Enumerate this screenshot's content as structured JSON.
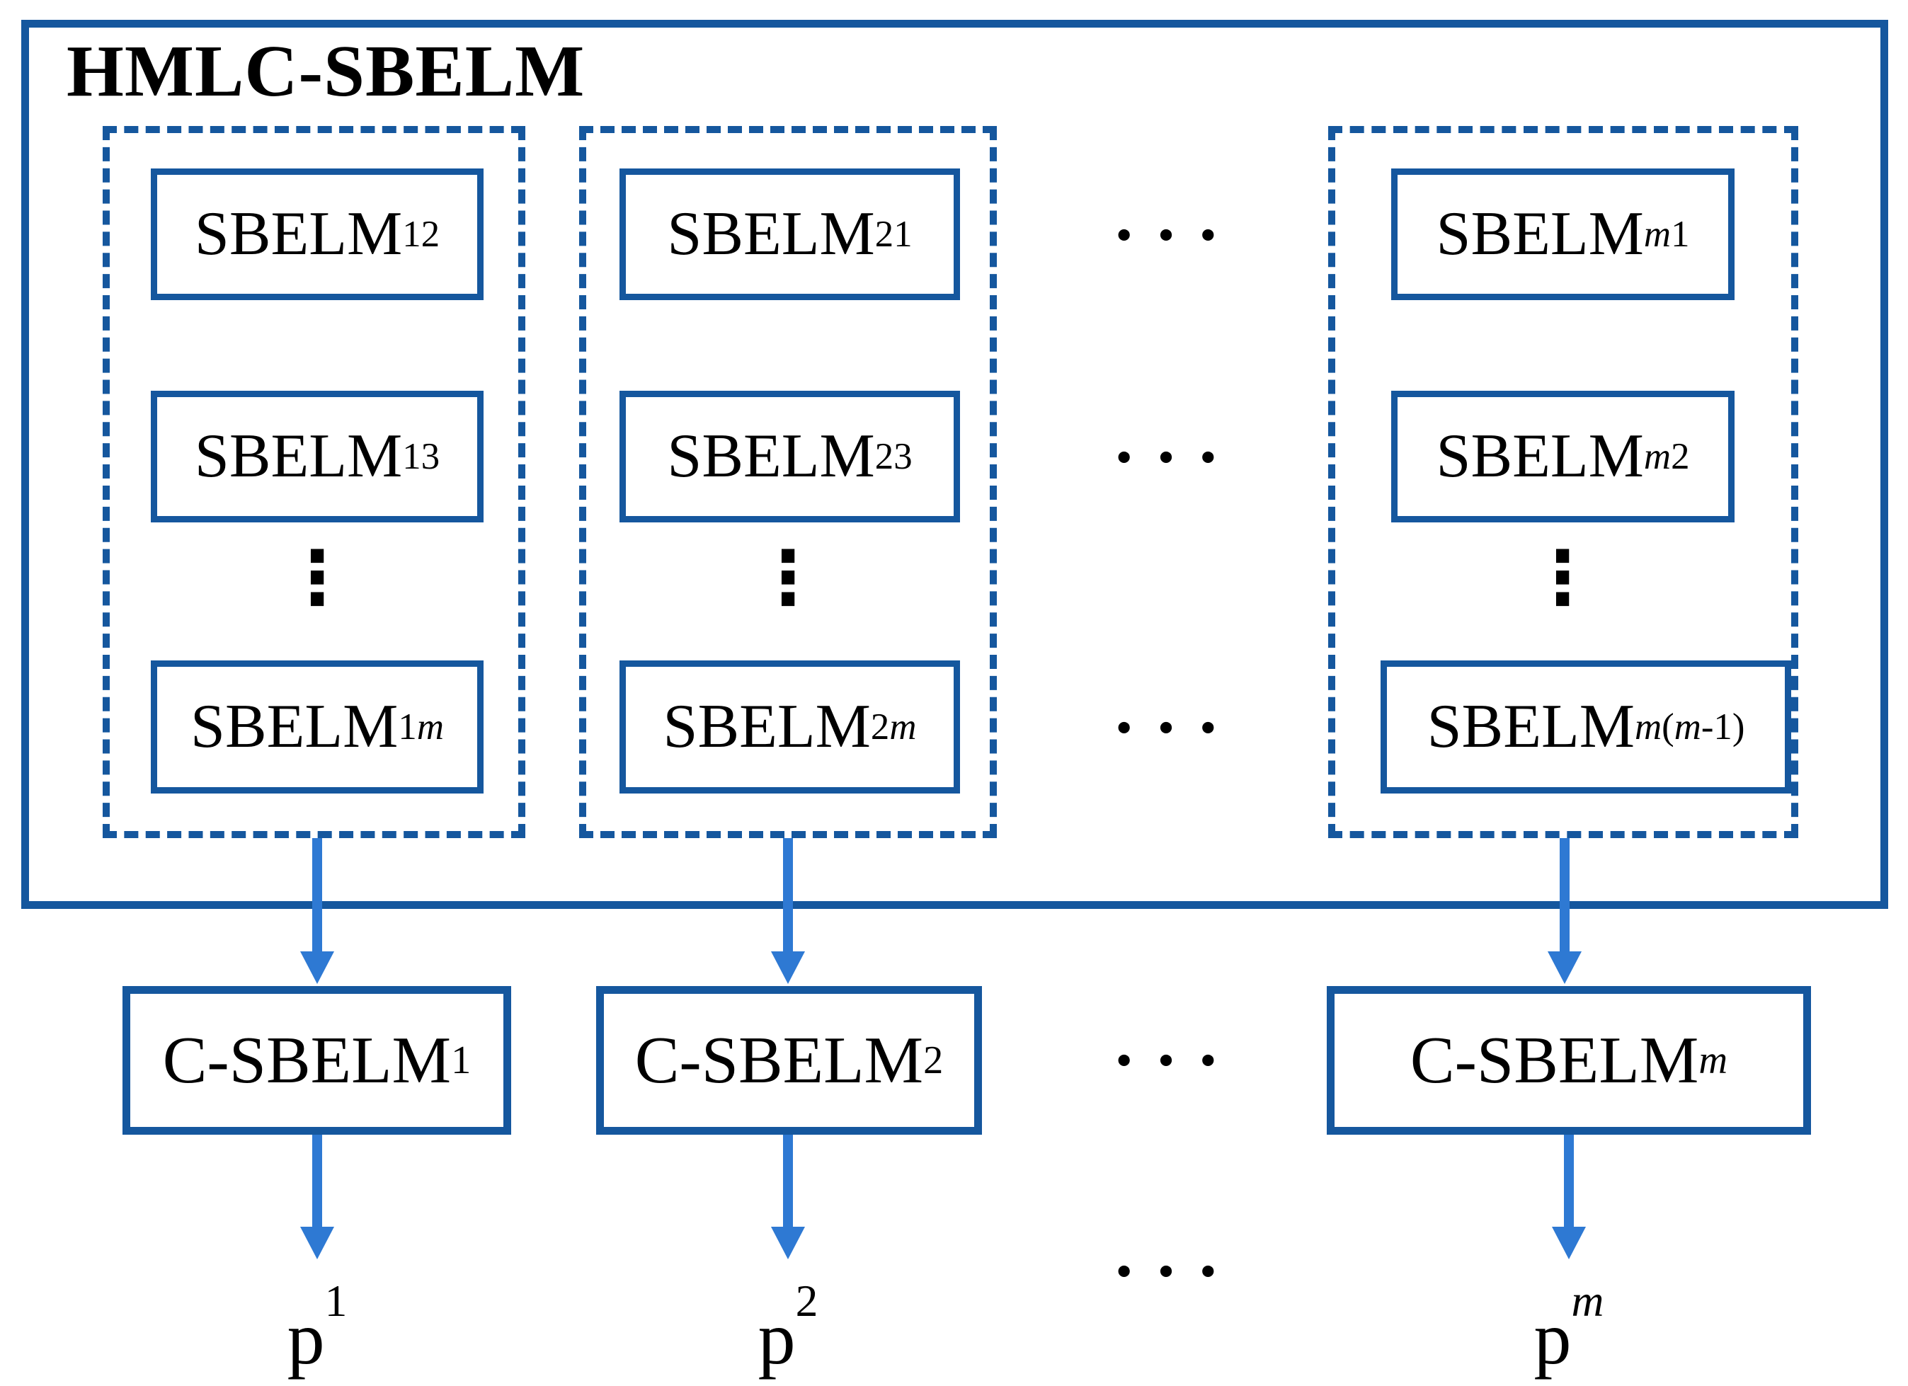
{
  "figure": {
    "title": "HMLC-SBELM",
    "ellipsis_horizontal": "···",
    "ellipsis_vertical": "⋮",
    "colors": {
      "box_border_blue": "#15579E",
      "arrow_blue": "#2E79D3",
      "text_black": "#000000",
      "background": "#FFFFFF"
    },
    "columns": [
      {
        "sbelm_units": [
          {
            "base": "SBELM",
            "sub": [
              {
                "t": "12"
              }
            ]
          },
          {
            "base": "SBELM",
            "sub": [
              {
                "t": "13"
              }
            ]
          },
          {
            "base": "SBELM",
            "sub": [
              {
                "t": "1"
              },
              {
                "t": "m",
                "i": true
              }
            ]
          }
        ],
        "combiner": {
          "base": "C-SBELM",
          "sub": [
            {
              "t": "1"
            }
          ]
        },
        "output": {
          "base": "p",
          "sub": [
            {
              "t": "1"
            }
          ]
        }
      },
      {
        "sbelm_units": [
          {
            "base": "SBELM",
            "sub": [
              {
                "t": "21"
              }
            ]
          },
          {
            "base": "SBELM",
            "sub": [
              {
                "t": "23"
              }
            ]
          },
          {
            "base": "SBELM",
            "sub": [
              {
                "t": "2"
              },
              {
                "t": "m",
                "i": true
              }
            ]
          }
        ],
        "combiner": {
          "base": "C-SBELM",
          "sub": [
            {
              "t": "2"
            }
          ]
        },
        "output": {
          "base": "p",
          "sub": [
            {
              "t": "2"
            }
          ]
        }
      },
      {
        "sbelm_units": [
          {
            "base": "SBELM",
            "sub": [
              {
                "t": "m",
                "i": true
              },
              {
                "t": "1"
              }
            ]
          },
          {
            "base": "SBELM",
            "sub": [
              {
                "t": "m",
                "i": true
              },
              {
                "t": "2"
              }
            ]
          },
          {
            "base": "SBELM",
            "sub": [
              {
                "t": "m",
                "i": true
              },
              {
                "t": "("
              },
              {
                "t": "m",
                "i": true
              },
              {
                "t": "-1)"
              }
            ]
          }
        ],
        "combiner": {
          "base": "C-SBELM",
          "sub": [
            {
              "t": "m",
              "i": true
            }
          ]
        },
        "output": {
          "base": "p",
          "sub": [
            {
              "t": "m",
              "i": true
            }
          ]
        }
      }
    ]
  }
}
